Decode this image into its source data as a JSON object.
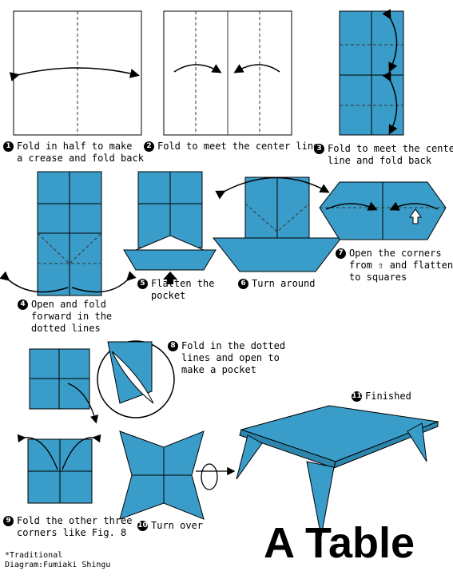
{
  "title": "A Table",
  "credits": {
    "line1": "*Traditional",
    "line2": "Diagram:Fumiaki Shingu"
  },
  "colors": {
    "paper": "#3a9cc8",
    "paper_back": "#ffffff",
    "outline": "#000000",
    "crease": "#333333"
  },
  "steps": [
    {
      "num": "1",
      "lines": [
        "Fold in half to make",
        "a crease and fold back"
      ]
    },
    {
      "num": "2",
      "lines": [
        "Fold to meet the center line"
      ]
    },
    {
      "num": "3",
      "lines": [
        "Fold to meet the center",
        "line and fold back"
      ]
    },
    {
      "num": "4",
      "lines": [
        "Open and fold",
        "forward in the",
        "dotted lines"
      ]
    },
    {
      "num": "5",
      "lines": [
        "Flatten the",
        "pocket"
      ]
    },
    {
      "num": "6",
      "lines": [
        "Turn around"
      ]
    },
    {
      "num": "7",
      "lines": [
        "Open the corners",
        "from ⇧ and flatten",
        "to squares"
      ]
    },
    {
      "num": "8",
      "lines": [
        "Fold in the dotted",
        "lines and open to",
        "make a pocket"
      ]
    },
    {
      "num": "9",
      "lines": [
        "Fold the other three",
        "corners like Fig. 8"
      ]
    },
    {
      "num": "10",
      "lines": [
        "Turn over"
      ]
    },
    {
      "num": "11",
      "lines": [
        "Finished"
      ]
    }
  ]
}
